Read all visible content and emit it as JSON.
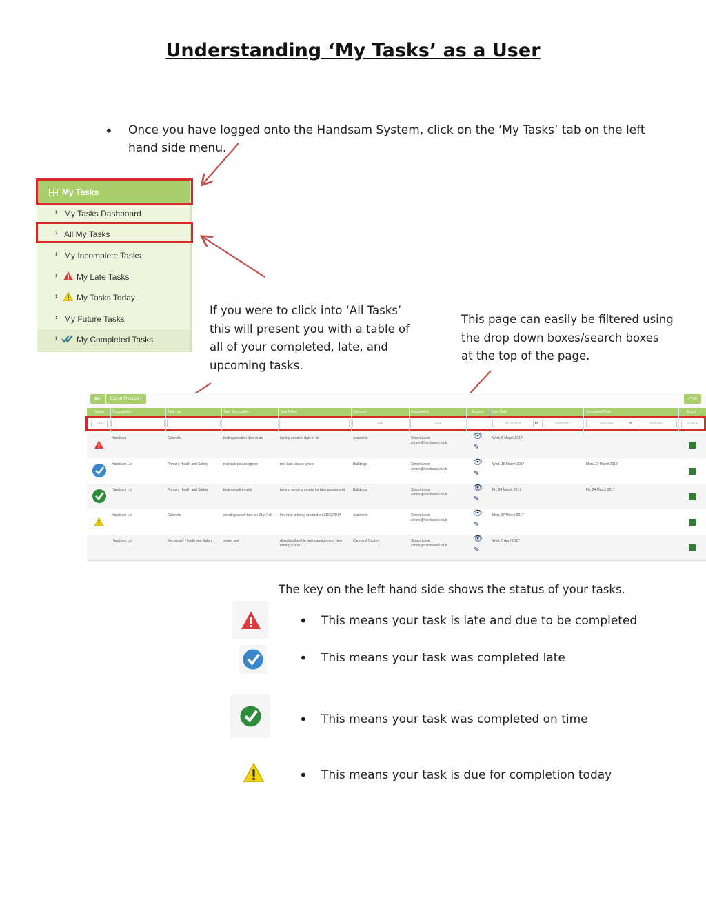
{
  "title": "Understanding ‘My Tasks’ as a User",
  "intro_bullet": "Once you have logged onto the Handsam System, click on the ‘My Tasks’ tab on the left hand side menu.",
  "intro_bullet_line1": "Once you have logged onto the Handsam System, click on the ‘My Tasks’ tab on the left",
  "intro_bullet_line2": "hand side menu.",
  "sidebar": {
    "header": "My Tasks",
    "items": [
      {
        "label": "My Tasks Dashboard"
      },
      {
        "label": "All My Tasks"
      },
      {
        "label": "My Incomplete Tasks"
      },
      {
        "label": "My Late Tasks",
        "icon": "warning-red-icon"
      },
      {
        "label": "My Tasks Today",
        "icon": "warning-yellow-icon"
      },
      {
        "label": "My Future Tasks"
      },
      {
        "label": "My Completed Tasks",
        "icon": "double-check-icon"
      }
    ]
  },
  "note_all_tasks": [
    "If you were to click into ‘All Tasks’",
    "this will present you with a table of",
    "all of your completed, late, and",
    "upcoming tasks."
  ],
  "note_filter": [
    "This page can easily be filtered using",
    "the drop down boxes/search boxes",
    "at the top of the page."
  ],
  "table": {
    "toolbar": {
      "export_label": "Export This List",
      "expand_label": "All"
    },
    "headers": [
      "Status",
      "Organisation",
      "Task List",
      "Task Description",
      "Task Notes",
      "Category",
      "Assigned to",
      "Actions",
      "Due Date",
      "Completed Date",
      "Active"
    ],
    "filters": {
      "status": "All",
      "category": "All",
      "assigned": "All",
      "due_from": "01-03-2016",
      "to1": "to",
      "due_to": "31-03-2017",
      "completed_from": "Start date",
      "to2": "to",
      "completed_to": "End date",
      "active": "Active"
    },
    "rows": [
      {
        "status": "late",
        "org": "Handsam",
        "list": "Calendar",
        "desc": "testing creation date in do",
        "notes": "testing creation date in do",
        "category": "Accidents",
        "assigned": "Simon Lowe",
        "email": "simon@handsam.co.uk",
        "due": "Wed, 8 March 2017",
        "completed": ""
      },
      {
        "status": "completed-late",
        "org": "Handsam Ltd",
        "list": "Primary Health and Safety",
        "desc": "test task please ignore",
        "notes": "test task please ignore",
        "category": "Buildings",
        "assigned": "Simon Lowe",
        "email": "simon@handsam.co.uk",
        "due": "Wed, 15 March 2017",
        "completed": "Mon, 27 March 2017"
      },
      {
        "status": "completed-on-time",
        "org": "Handsam Ltd",
        "list": "Primary Health and Safety",
        "desc": "testing task emails",
        "notes": "testing sending emails for task assignment",
        "category": "Buildings",
        "assigned": "Simon Lowe",
        "email": "simon@handsam.co.uk",
        "due": "Fri, 24 March 2017",
        "completed": "Fri, 24 March 2017"
      },
      {
        "status": "due-today",
        "org": "Handsam Ltd",
        "list": "Calendar",
        "desc": "creating a new task on 21st Feb",
        "notes": "this task is being created on 21/02/2017",
        "category": "Accidents",
        "assigned": "Simon Lowe",
        "email": "simon@handsam.co.uk",
        "due": "Mon, 27 March 2017",
        "completed": ""
      },
      {
        "status": "",
        "org": "Handsam Ltd",
        "list": "Secondary Health and Safety",
        "desc": "simon test",
        "notes": "dfasdfasdfasdf in task management view editing a task",
        "category": "Care and Control",
        "assigned": "Simon Lowe",
        "email": "simon@handsam.co.uk",
        "due": "Wed, 5 April 2017",
        "completed": ""
      }
    ]
  },
  "key_intro": "The key on the left hand side shows the status of your tasks.",
  "key": [
    {
      "icon": "warning-red-icon",
      "text": "This means your task is late and due to be completed"
    },
    {
      "icon": "blue-check-icon",
      "text": "This means your task was completed late"
    },
    {
      "icon": "green-check-icon",
      "text": "This means your task was completed on time"
    },
    {
      "icon": "warning-yellow-icon",
      "text": "This means your task is due for completion today"
    }
  ],
  "colors": {
    "menu_green": "#a9cf6c",
    "highlight_red": "#d92a2a",
    "arrow": "#c0504d",
    "late_red": "#e03a3a",
    "blue": "#3a86c8",
    "green": "#2e8b3a",
    "yellow": "#f2d600"
  }
}
